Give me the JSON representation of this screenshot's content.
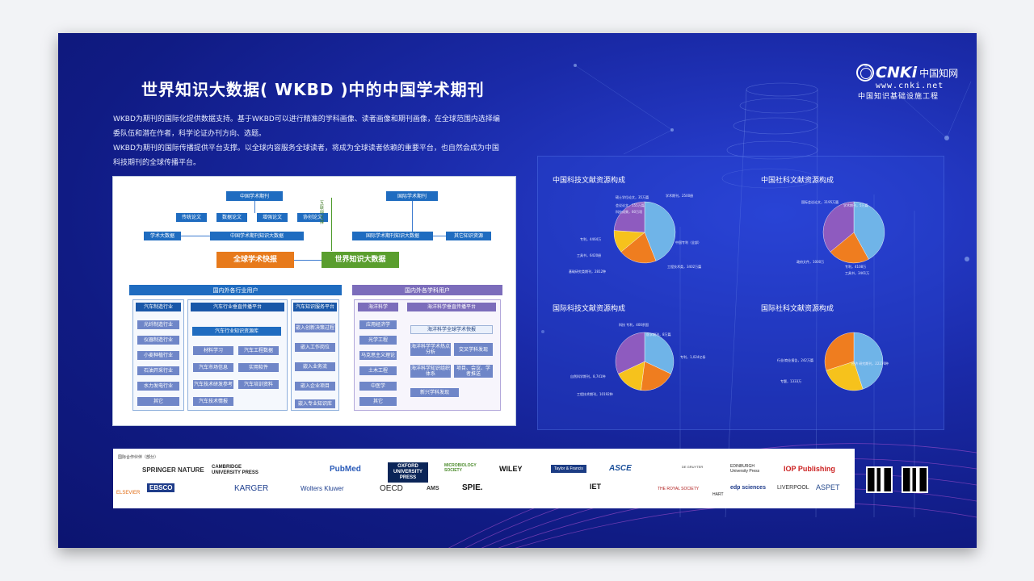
{
  "header": {
    "title": "世界知识大数据( WKBD )中的中国学术期刊",
    "paragraph1": "WKBD为期刊的国际化提供数据支持。基于WKBD可以进行精准的学科画像、读者画像和期刊画像，在全球范围内选择编委队伍和潜在作者，科学论证办刊方向、选题。",
    "paragraph2": "WKBD为期刊的国际传播提供平台支撑。以全球内容服务全球读者，将成为全球读者依赖的重要平台，也自然会成为中国科技期刊的全球传播平台。"
  },
  "logo": {
    "brand": "CNKi",
    "cn_name": "中国知网",
    "url": "www.cnki.net",
    "subtitle": "中国知识基础设施工程"
  },
  "diagram": {
    "top_left": "中国学术期刊",
    "top_right": "国际学术期刊",
    "types": [
      "传统论文",
      "数据论文",
      "增强论文",
      "协创论文"
    ],
    "academic_big_data": "学术大数据",
    "cn_kb": "中国学术期刊知识大数据",
    "support_label": "互联网支撑",
    "intl_kb": "国际学术期刊知识大数据",
    "other_kb": "其它知识资源",
    "global_quick": "全球学术快报",
    "wkbd": "世界知识大数据",
    "domestic_users": "国内外各行业用户",
    "scholar_users": "国内外各学科用户",
    "auto_industry": "汽车制造行业",
    "industries": [
      "光纤制造行业",
      "仪器制造行业",
      "小麦种植行业",
      "石油开采行业",
      "水力发电行业",
      "其它"
    ],
    "auto_platform": "汽车行业垂直传播平台",
    "auto_kb": "汽车行业知识资源库",
    "kb_items": [
      "材料学习",
      "汽车工程数据",
      "汽车市场信息",
      "实用软件",
      "汽车技术研发参考",
      "汽车培训资料",
      "汽车技术情报"
    ],
    "service_platform": "汽车知识服务平台",
    "service_items": [
      "嵌入创新决策过程",
      "嵌入工作岗位",
      "嵌入业务流",
      "嵌入企业项目",
      "嵌入专业知识库"
    ],
    "ocean": "海洋科学",
    "subjects": [
      "应用经济学",
      "光学工程",
      "马克思主义理论",
      "土木工程",
      "中医学",
      "其它"
    ],
    "ocean_platform": "海洋科学垂直传播平台",
    "ocean_quick": "海洋科学全球学术快报",
    "ocean_items": [
      "海洋科学学术热点分析",
      "交叉学科发现",
      "海洋科学知识组织体系",
      "项目、会议、学者推送",
      "新兴学科发现"
    ]
  },
  "charts": {
    "cn_sci_title": "中国科技文献资源构成",
    "cn_soc_title": "中国社科文献资源构成",
    "intl_sci_title": "国际科技文献资源构成",
    "intl_soc_title": "国际社科文献资源构成"
  },
  "chart_data": [
    {
      "type": "pie",
      "title": "中国科技文献资源构成",
      "slices": [
        {
          "label": "学术期刊",
          "value": 44,
          "color": "#6fb4e8"
        },
        {
          "label": "基础研究",
          "value": 20,
          "color": "#ef7d1f"
        },
        {
          "label": "工程技术",
          "value": 12,
          "color": "#f6c21c"
        },
        {
          "label": "其它",
          "value": 24,
          "color": "#8e5bbf"
        }
      ]
    },
    {
      "type": "pie",
      "title": "中国社科文献资源构成",
      "slices": [
        {
          "label": "学术期刊",
          "value": 42,
          "color": "#6fb4e8"
        },
        {
          "label": "政府",
          "value": 22,
          "color": "#ef7d1f"
        },
        {
          "label": "其它",
          "value": 36,
          "color": "#8e5bbf"
        }
      ]
    },
    {
      "type": "pie",
      "title": "国际科技文献资源构成",
      "slices": [
        {
          "label": "专利",
          "value": 32,
          "color": "#6fb4e8"
        },
        {
          "label": "医学期刊",
          "value": 20,
          "color": "#ef7d1f"
        },
        {
          "label": "工程技术",
          "value": 16,
          "color": "#f6c21c"
        },
        {
          "label": "其它",
          "value": 32,
          "color": "#8e5bbf"
        }
      ]
    },
    {
      "type": "pie",
      "title": "国际社科文献资源构成",
      "slices": [
        {
          "label": "经济期刊",
          "value": 45,
          "color": "#6fb4e8"
        },
        {
          "label": "其它",
          "value": 25,
          "color": "#f6c21c"
        },
        {
          "label": "期刊",
          "value": 30,
          "color": "#ef7d1f"
        }
      ]
    }
  ],
  "chart_labels": {
    "cn_sci": [
      "学术期刊，2500册",
      "硕士学位论文，35万篇",
      "会议论文，155万篇",
      "科技成果，60万项",
      "基础研究类期刊，2812种",
      "工程技术类，3402万篇",
      "工具书，6420册",
      "专利，4464万",
      "中国专利（全部）"
    ],
    "cn_soc": [
      "国际会议论文，3195万篇",
      "学术期刊，5万篇",
      "政府文件，1000万",
      "专利，4108万",
      "工具书，3461万"
    ],
    "intl_sci": [
      "科技 专利，400余国",
      "医学期刊，8万篇",
      "专利，1,024亿条",
      "自然科学期刊，8,741种",
      "工程技术期刊，10192种"
    ],
    "intl_soc": [
      "经济 研究期刊，22276种",
      "专题，1333万",
      "行业/商业报告，242万篇"
    ]
  },
  "partners": {
    "title": "国际合作伙伴（部分）",
    "logos": [
      "SPRINGER NATURE",
      "CAMBRIDGE UNIVERSITY PRESS",
      "PubMed",
      "OXFORD UNIVERSITY PRESS",
      "MICROBIOLOGY SOCIETY",
      "WILEY",
      "Taylor & Francis",
      "ASCE",
      "EDINBURGH University Press",
      "IOP Publishing",
      "ELSEVIER",
      "EBSCO",
      "KARGER",
      "Wolters Kluwer",
      "OECD",
      "AMS",
      "SPIE.",
      "IET",
      "THE ROYAL SOCIETY",
      "HART",
      "edp sciences",
      "LIVERPOOL",
      "ASPET",
      "DE GRUYTER"
    ]
  }
}
